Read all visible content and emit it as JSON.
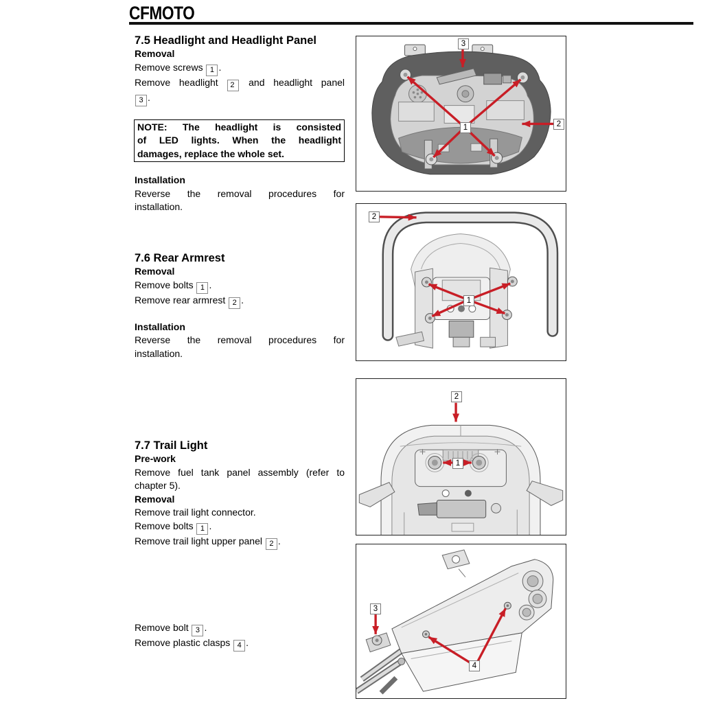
{
  "brand": "CFMOTO",
  "colors": {
    "arrow_red": "#c81e26",
    "rule_black": "#111111",
    "art_gray": "#5a5a5a"
  },
  "sections": {
    "s75": [
      {
        "k": "h2",
        "text": "7.5 Headlight and Headlight Panel"
      },
      {
        "k": "h3",
        "text": "Removal"
      },
      {
        "k": "p",
        "parts": [
          {
            "t": "Remove screws "
          },
          {
            "n": "1"
          },
          {
            "t": "."
          }
        ]
      },
      {
        "k": "p",
        "fit": true,
        "parts": [
          {
            "t": "Remove headlight "
          },
          {
            "n": "2"
          },
          {
            "t": " and headlight panel"
          }
        ]
      },
      {
        "k": "p",
        "parts": [
          {
            "n": "3"
          },
          {
            "t": "."
          }
        ]
      },
      {
        "k": "note",
        "lines": [
          {
            "fit": true,
            "text": "NOTE: The headlight is consisted"
          },
          {
            "fit": true,
            "text": "of LED lights. When the headlight"
          },
          {
            "fit": false,
            "text": "damages, replace the whole set."
          }
        ]
      },
      {
        "k": "h3",
        "text": "Installation"
      },
      {
        "k": "p",
        "fit": true,
        "parts": [
          {
            "t": "Reverse the removal procedures for"
          }
        ]
      },
      {
        "k": "p",
        "parts": [
          {
            "t": "installation."
          }
        ]
      }
    ],
    "s76": [
      {
        "k": "h2",
        "text": "7.6 Rear Armrest"
      },
      {
        "k": "h3",
        "text": "Removal"
      },
      {
        "k": "p",
        "parts": [
          {
            "t": "Remove bolts "
          },
          {
            "n": "1"
          },
          {
            "t": "."
          }
        ]
      },
      {
        "k": "p",
        "parts": [
          {
            "t": "Remove rear armrest "
          },
          {
            "n": "2"
          },
          {
            "t": "."
          }
        ]
      },
      {
        "k": "gap"
      },
      {
        "k": "h3",
        "text": "Installation"
      },
      {
        "k": "p",
        "fit": true,
        "parts": [
          {
            "t": "Reverse the removal procedures for"
          }
        ]
      },
      {
        "k": "p",
        "parts": [
          {
            "t": "installation."
          }
        ]
      }
    ],
    "s77": [
      {
        "k": "h2",
        "text": "7.7 Trail Light"
      },
      {
        "k": "h3",
        "text": "Pre-work"
      },
      {
        "k": "p",
        "fit": true,
        "parts": [
          {
            "t": "Remove fuel tank panel assembly (refer to"
          }
        ]
      },
      {
        "k": "p",
        "parts": [
          {
            "t": "chapter 5)."
          }
        ]
      },
      {
        "k": "h3",
        "text": "Removal"
      },
      {
        "k": "p",
        "parts": [
          {
            "t": "Remove trail light connector."
          }
        ]
      },
      {
        "k": "p",
        "parts": [
          {
            "t": "Remove bolts "
          },
          {
            "n": "1"
          },
          {
            "t": "."
          }
        ]
      },
      {
        "k": "p",
        "parts": [
          {
            "t": "Remove trail light upper panel "
          },
          {
            "n": "2"
          },
          {
            "t": "."
          }
        ]
      }
    ],
    "bottom": [
      {
        "k": "p",
        "parts": [
          {
            "t": "Remove bolt "
          },
          {
            "n": "3"
          },
          {
            "t": "."
          }
        ]
      },
      {
        "k": "p",
        "parts": [
          {
            "t": "Remove plastic clasps "
          },
          {
            "n": "4"
          },
          {
            "t": "."
          }
        ]
      }
    ]
  },
  "figures": {
    "f1": {
      "label": "headlight-rear-view",
      "callouts": {
        "c1": "1",
        "c2": "2",
        "c3": "3"
      }
    },
    "f2": {
      "label": "rear-armrest",
      "callouts": {
        "c1": "1",
        "c2": "2"
      }
    },
    "f3": {
      "label": "trail-light-upper-panel",
      "callouts": {
        "c1": "1",
        "c2": "2"
      }
    },
    "f4": {
      "label": "trail-light-assembly",
      "callouts": {
        "c3": "3",
        "c4": "4"
      }
    }
  }
}
